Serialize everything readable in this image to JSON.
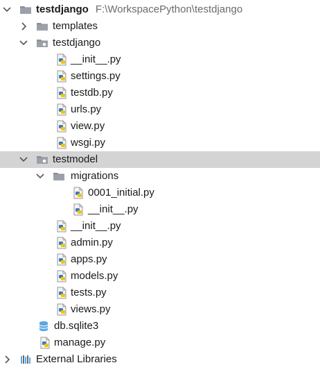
{
  "project_root": {
    "name": "testdjango",
    "path": "F:\\WorkspacePython\\testdjango"
  },
  "templates": {
    "name": "templates"
  },
  "testdjango_pkg": {
    "name": "testdjango",
    "files": [
      "__init__.py",
      "settings.py",
      "testdb.py",
      "urls.py",
      "view.py",
      "wsgi.py"
    ]
  },
  "testmodel": {
    "name": "testmodel",
    "migrations": {
      "name": "migrations",
      "files": [
        "0001_initial.py",
        "__init__.py"
      ]
    },
    "files": [
      "__init__.py",
      "admin.py",
      "apps.py",
      "models.py",
      "tests.py",
      "views.py"
    ]
  },
  "root_files": {
    "db": "db.sqlite3",
    "manage": "manage.py"
  },
  "external_libraries": "External Libraries",
  "colors": {
    "selected_row": "#d4d4d4",
    "folder": "#8a8f98",
    "python_blue": "#3d7ab8",
    "python_yellow": "#f1c40f",
    "db_blue": "#5aa9e6"
  }
}
